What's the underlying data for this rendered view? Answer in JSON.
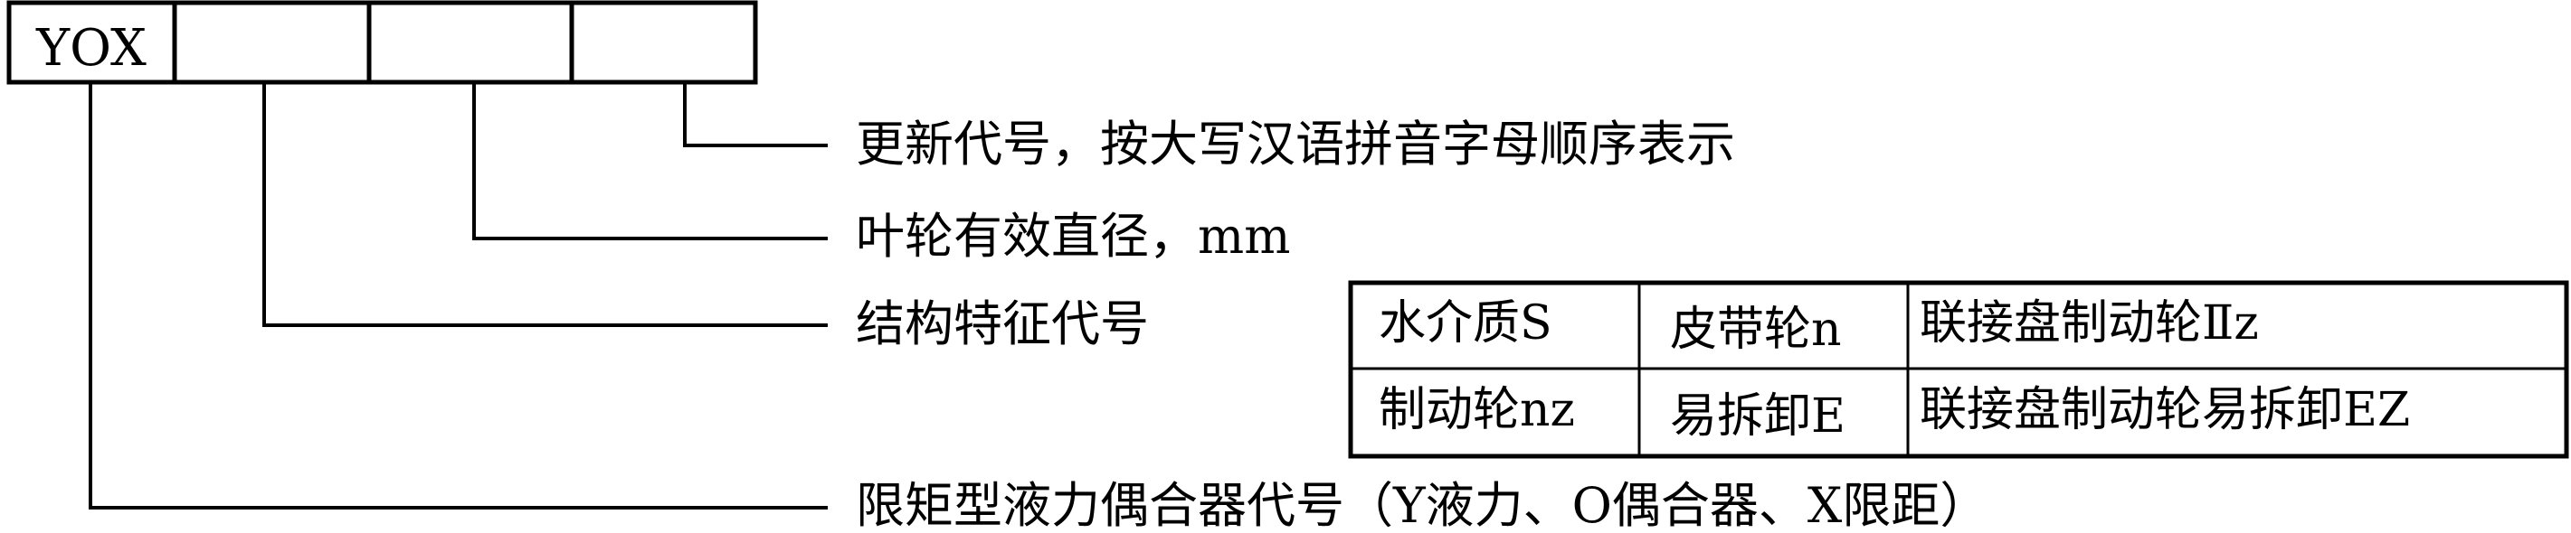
{
  "code_box": {
    "prefix": "YOX"
  },
  "callouts": [
    "更新代号，按大写汉语拼音字母顺序表示",
    "叶轮有效直径，mm",
    "结构特征代号",
    "限矩型液力偶合器代号（Y液力、O偶合器、X限距）"
  ],
  "structure_table": {
    "rows": [
      [
        "水介质S",
        "皮带轮n",
        "联接盘制动轮Ⅱz"
      ],
      [
        "制动轮nz",
        "易拆卸E",
        "联接盘制动轮易拆卸EZ"
      ]
    ]
  },
  "colors": {
    "line": "#000000",
    "text": "#000000",
    "background": "#ffffff"
  }
}
